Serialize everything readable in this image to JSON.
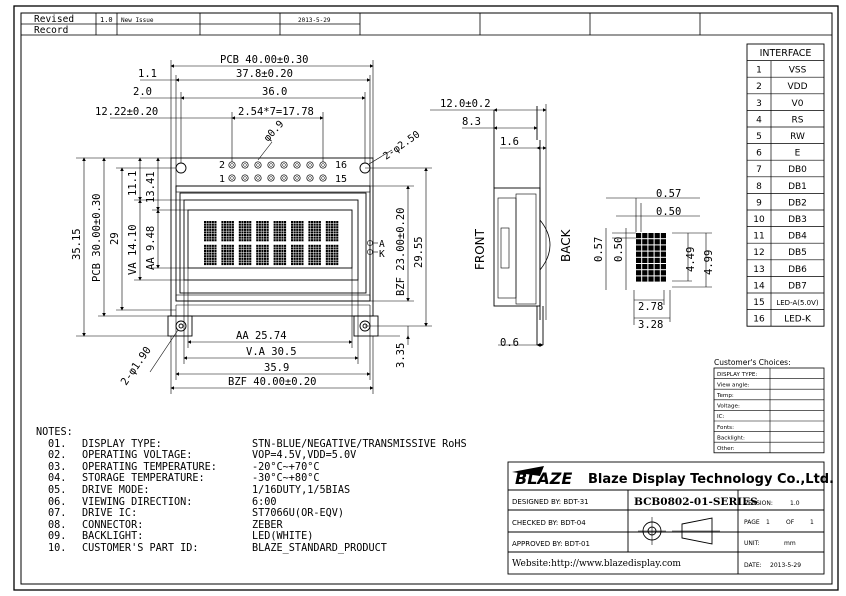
{
  "revision": {
    "label_line1": "Revised",
    "label_line2": "Record",
    "rev": "1.0",
    "desc": "New Issue",
    "date": "2013-5-29"
  },
  "dims": {
    "pcb_w": "PCB 40.00±0.30",
    "w378": "37.8±0.20",
    "d11": "1.1",
    "d20": "2.0",
    "d360": "36.0",
    "d1222": "12.22±0.20",
    "pitch": "2.54*7=17.78",
    "phi09": "φ0.9",
    "hole250": "2-φ2.50",
    "d3515": "35.15",
    "pcb_h": "PCB 30.00±0.30",
    "d29": "29",
    "d111": "11.1",
    "d1341": "13.41",
    "va1410": "VA 14.10",
    "aa948": "AA 9.48",
    "bzf23": "BZF 23.00±0.20",
    "d2955": "29.55",
    "aa2574": "AA 25.74",
    "va305": "V.A 30.5",
    "d359": "35.9",
    "bzf_w": "BZF 40.00±0.20",
    "d335": "3.35",
    "hole190": "2-φ1.90",
    "side120": "12.0±0.2",
    "side83": "8.3",
    "side16": "1.6",
    "side06": "0.6",
    "front": "FRONT",
    "back": "BACK",
    "px057": "0.57",
    "px050": "0.50",
    "py057": "0.57",
    "py050": "0.50",
    "px278": "2.78",
    "px328": "3.28",
    "py449": "4.49",
    "py499": "4.99",
    "pin2": "2",
    "pin1": "1",
    "pin16": "16",
    "pin15": "15",
    "pin_a": "A",
    "pin_k": "K"
  },
  "interface": {
    "title": "INTERFACE",
    "rows": [
      [
        "1",
        "VSS"
      ],
      [
        "2",
        "VDD"
      ],
      [
        "3",
        "V0"
      ],
      [
        "4",
        "RS"
      ],
      [
        "5",
        "RW"
      ],
      [
        "6",
        "E"
      ],
      [
        "7",
        "DB0"
      ],
      [
        "8",
        "DB1"
      ],
      [
        "9",
        "DB2"
      ],
      [
        "10",
        "DB3"
      ],
      [
        "11",
        "DB4"
      ],
      [
        "12",
        "DB5"
      ],
      [
        "13",
        "DB6"
      ],
      [
        "14",
        "DB7"
      ],
      [
        "15",
        "LED-A(5.0V)"
      ],
      [
        "16",
        "LED-K"
      ]
    ]
  },
  "choices": {
    "title": "Customer's Choices:",
    "rows": [
      "DISPLAY TYPE:",
      "View angle:",
      "Temp:",
      "Voltage:",
      "IC:",
      "Fonts:",
      "Backlight:",
      "Other:"
    ]
  },
  "notes": {
    "title": "NOTES:",
    "items": [
      {
        "n": "01.",
        "label": "DISPLAY TYPE:",
        "value": "STN-BLUE/NEGATIVE/TRANSMISSIVE RoHS"
      },
      {
        "n": "02.",
        "label": "OPERATING VOLTAGE:",
        "value": "VOP=4.5V,VDD=5.0V"
      },
      {
        "n": "03.",
        "label": "OPERATING TEMPERATURE:",
        "value": "-20°C~+70°C"
      },
      {
        "n": "04.",
        "label": "STORAGE TEMPERATURE:",
        "value": "-30°C~+80°C"
      },
      {
        "n": "05.",
        "label": "DRIVE MODE:",
        "value": "1/16DUTY,1/5BIAS"
      },
      {
        "n": "06.",
        "label": "VIEWING DIRECTION:",
        "value": "6:00"
      },
      {
        "n": "07.",
        "label": "DRIVE IC:",
        "value": "ST7066U(OR-EQV)"
      },
      {
        "n": "08.",
        "label": "CONNECTOR:",
        "value": "ZEBER"
      },
      {
        "n": "09.",
        "label": "BACKLIGHT:",
        "value": "LED(WHITE)"
      },
      {
        "n": "10.",
        "label": "CUSTOMER'S PART ID:",
        "value": "BLAZE_STANDARD_PRODUCT"
      }
    ]
  },
  "title_block": {
    "logo": "BLAZE",
    "company": "Blaze Display Technology Co.,Ltd.",
    "designed": "DESIGNED BY: BDT-31",
    "checked": "CHECKED BY: BDT-04",
    "approved": "APPROVED BY: BDT-01",
    "part": "BCB0802-01-SERIES",
    "version_label": "VERSION:",
    "version": "1.0",
    "page_label": "PAGE",
    "page_num": "1",
    "page_of": "OF",
    "page_total": "1",
    "unit_label": "UNIT:",
    "unit": "mm",
    "date_label": "DATE:",
    "date": "2013-5-29",
    "website": "Website:http://www.blazedisplay.com"
  }
}
